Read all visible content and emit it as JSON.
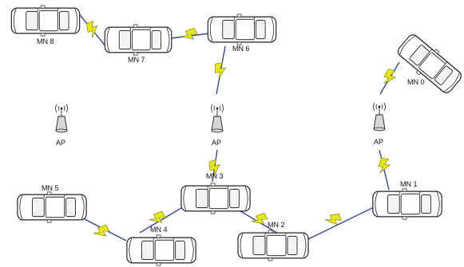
{
  "colors": {
    "car_outline": "#222222",
    "window_fill": "#f4f4f4",
    "link_line": "#3b4a8a",
    "bolt_fill": "#e6e61e",
    "bolt_stroke": "#7a7a10",
    "ap_fill": "#d8d8d8"
  },
  "icons": {
    "vehicle": "car-icon",
    "wireless": "lightning-icon",
    "access_point": "antenna-icon"
  },
  "nodes": {
    "mn8": "MN 8",
    "mn7": "MN 7",
    "mn6": "MN 6",
    "mn0": "MN 0",
    "mn5": "MN 5",
    "mn4": "MN 4",
    "mn3": "MN 3",
    "mn2": "MN 2",
    "mn1": "MN 1"
  },
  "access_points": {
    "left": "AP",
    "center": "AP",
    "right": "AP"
  }
}
